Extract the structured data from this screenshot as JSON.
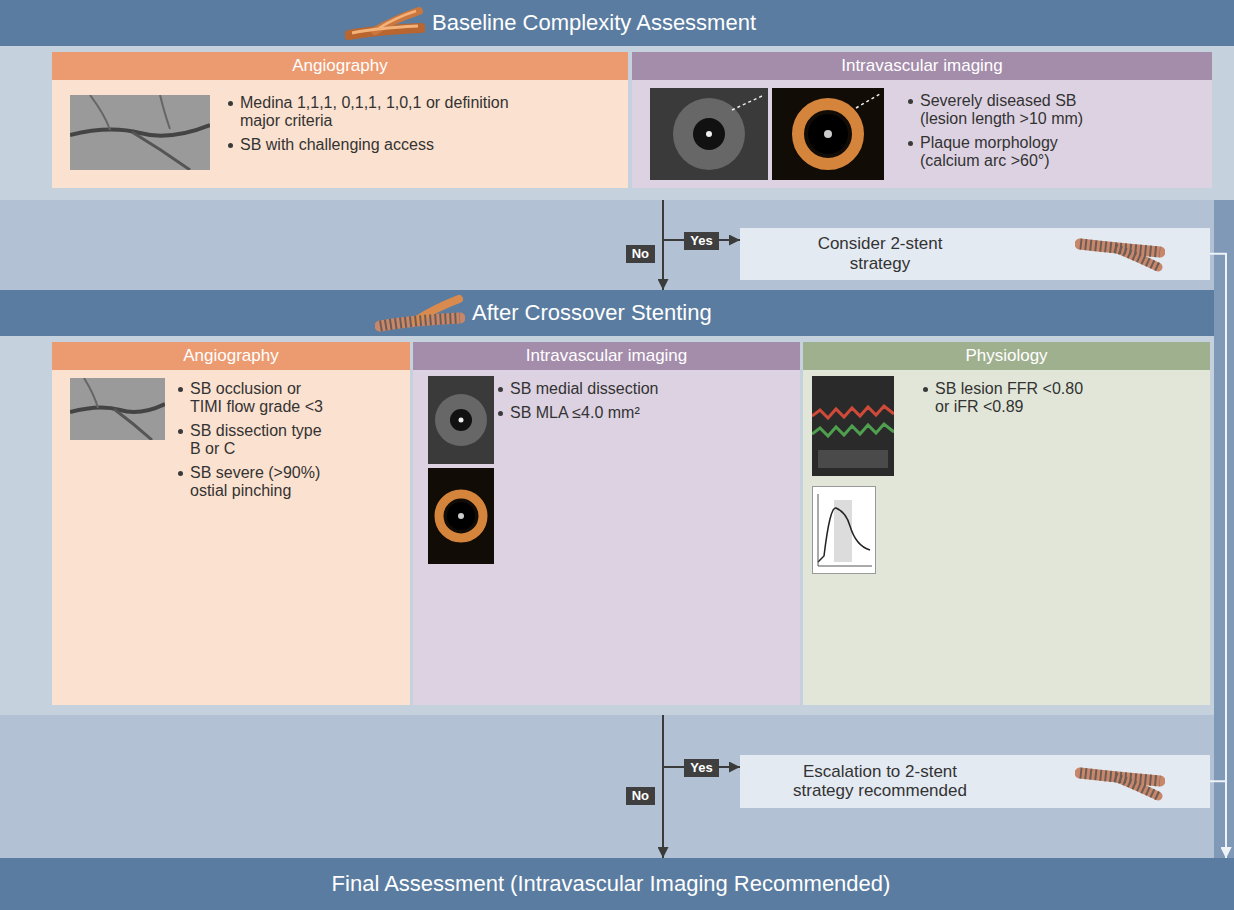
{
  "diagram": {
    "nodes": [
      {
        "text": [
          "Baseline Complexity Assessment"
        ]
      },
      {
        "text": [
          "Angiography",
          "Medina 1,1,1, 0,1,1, 1,0,1 or definition major criteria",
          "SB with challenging access"
        ],
        "in": 0
      },
      {
        "text": [
          "Intravascular imaging",
          "Severely diseased SB (lesion length >10 mm)",
          "Plaque morphology (calcium arc >60°)"
        ],
        "in": 0
      },
      {
        "text": [
          "Consider 2-stent strategy"
        ]
      },
      {
        "text": [
          "After Crossover Stenting"
        ]
      },
      {
        "text": [
          "Angiography",
          "SB occlusion or TIMI flow grade <3",
          "SB dissection type B or C",
          "SB severe (>90%) ostial pinching"
        ],
        "in": 4
      },
      {
        "text": [
          "Intravascular imaging",
          "SB medial dissection",
          "SB MLA ≤4.0 mm²"
        ],
        "in": 4
      },
      {
        "text": [
          "Physiology",
          "SB lesion FFR <0.80 or iFR <0.89"
        ],
        "in": 4
      },
      {
        "text": [
          "Escalation to 2-stent strategy recommended"
        ]
      },
      {
        "text": [
          "Final Assessment (Intravascular Imaging Recommended)"
        ]
      }
    ],
    "edges": [
      {
        "from": 0,
        "to": 3,
        "label": "Yes",
        "arrow": "to"
      },
      {
        "from": 0,
        "to": 4,
        "label": "No",
        "arrow": "to"
      },
      {
        "from": 4,
        "to": 8,
        "label": "Yes",
        "arrow": "to"
      },
      {
        "from": 4,
        "to": 9,
        "label": "No",
        "arrow": "to"
      },
      {
        "from": 3,
        "to": 9,
        "arrow": "to"
      },
      {
        "from": 8,
        "to": 9,
        "arrow": "to"
      }
    ]
  }
}
